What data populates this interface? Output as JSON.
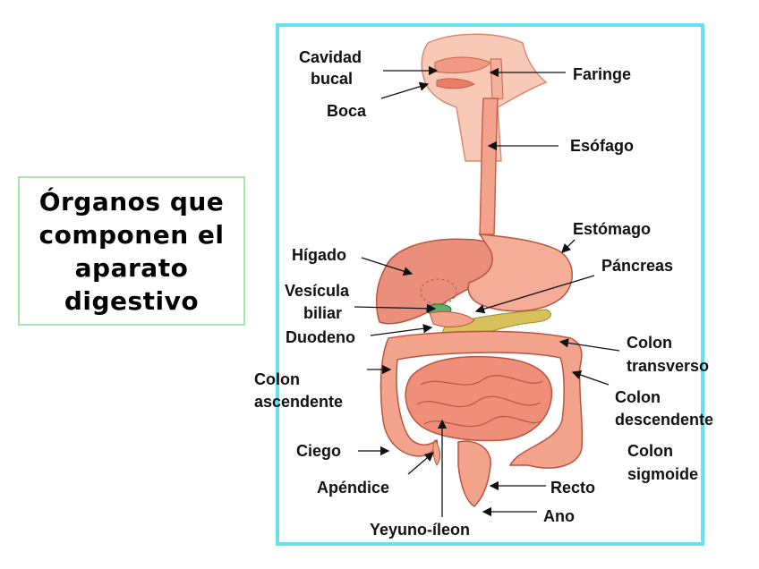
{
  "title": "Órganos que\ncomponen el\naparato\ndigestivo",
  "labels": {
    "cavidad_bucal_1": "Cavidad",
    "cavidad_bucal_2": "bucal",
    "boca": "Boca",
    "faringe": "Faringe",
    "esofago": "Esófago",
    "estomago": "Estómago",
    "pancreas": "Páncreas",
    "higado": "Hígado",
    "vesicula_1": "Vesícula",
    "vesicula_2": "biliar",
    "duodeno": "Duodeno",
    "colon_transverso_1": "Colon",
    "colon_transverso_2": "transverso",
    "colon_ascendente_1": "Colon",
    "colon_ascendente_2": "ascendente",
    "colon_descendente_1": "Colon",
    "colon_descendente_2": "descendente",
    "colon_sigmoide_1": "Colon",
    "colon_sigmoide_2": "sigmoide",
    "ciego": "Ciego",
    "apendice": "Apéndice",
    "recto": "Recto",
    "ano": "Ano",
    "yeyuno_ileon": "Yeyuno-íleon"
  },
  "colors": {
    "frame_border": "#66e2ee",
    "title_border": "#a6e6a6",
    "organ_fill": "#f3a38c",
    "organ_light": "#f8c9b6",
    "organ_dark": "#c9604a",
    "gallbladder": "#5fae6a",
    "pancreas": "#d8c05a"
  }
}
